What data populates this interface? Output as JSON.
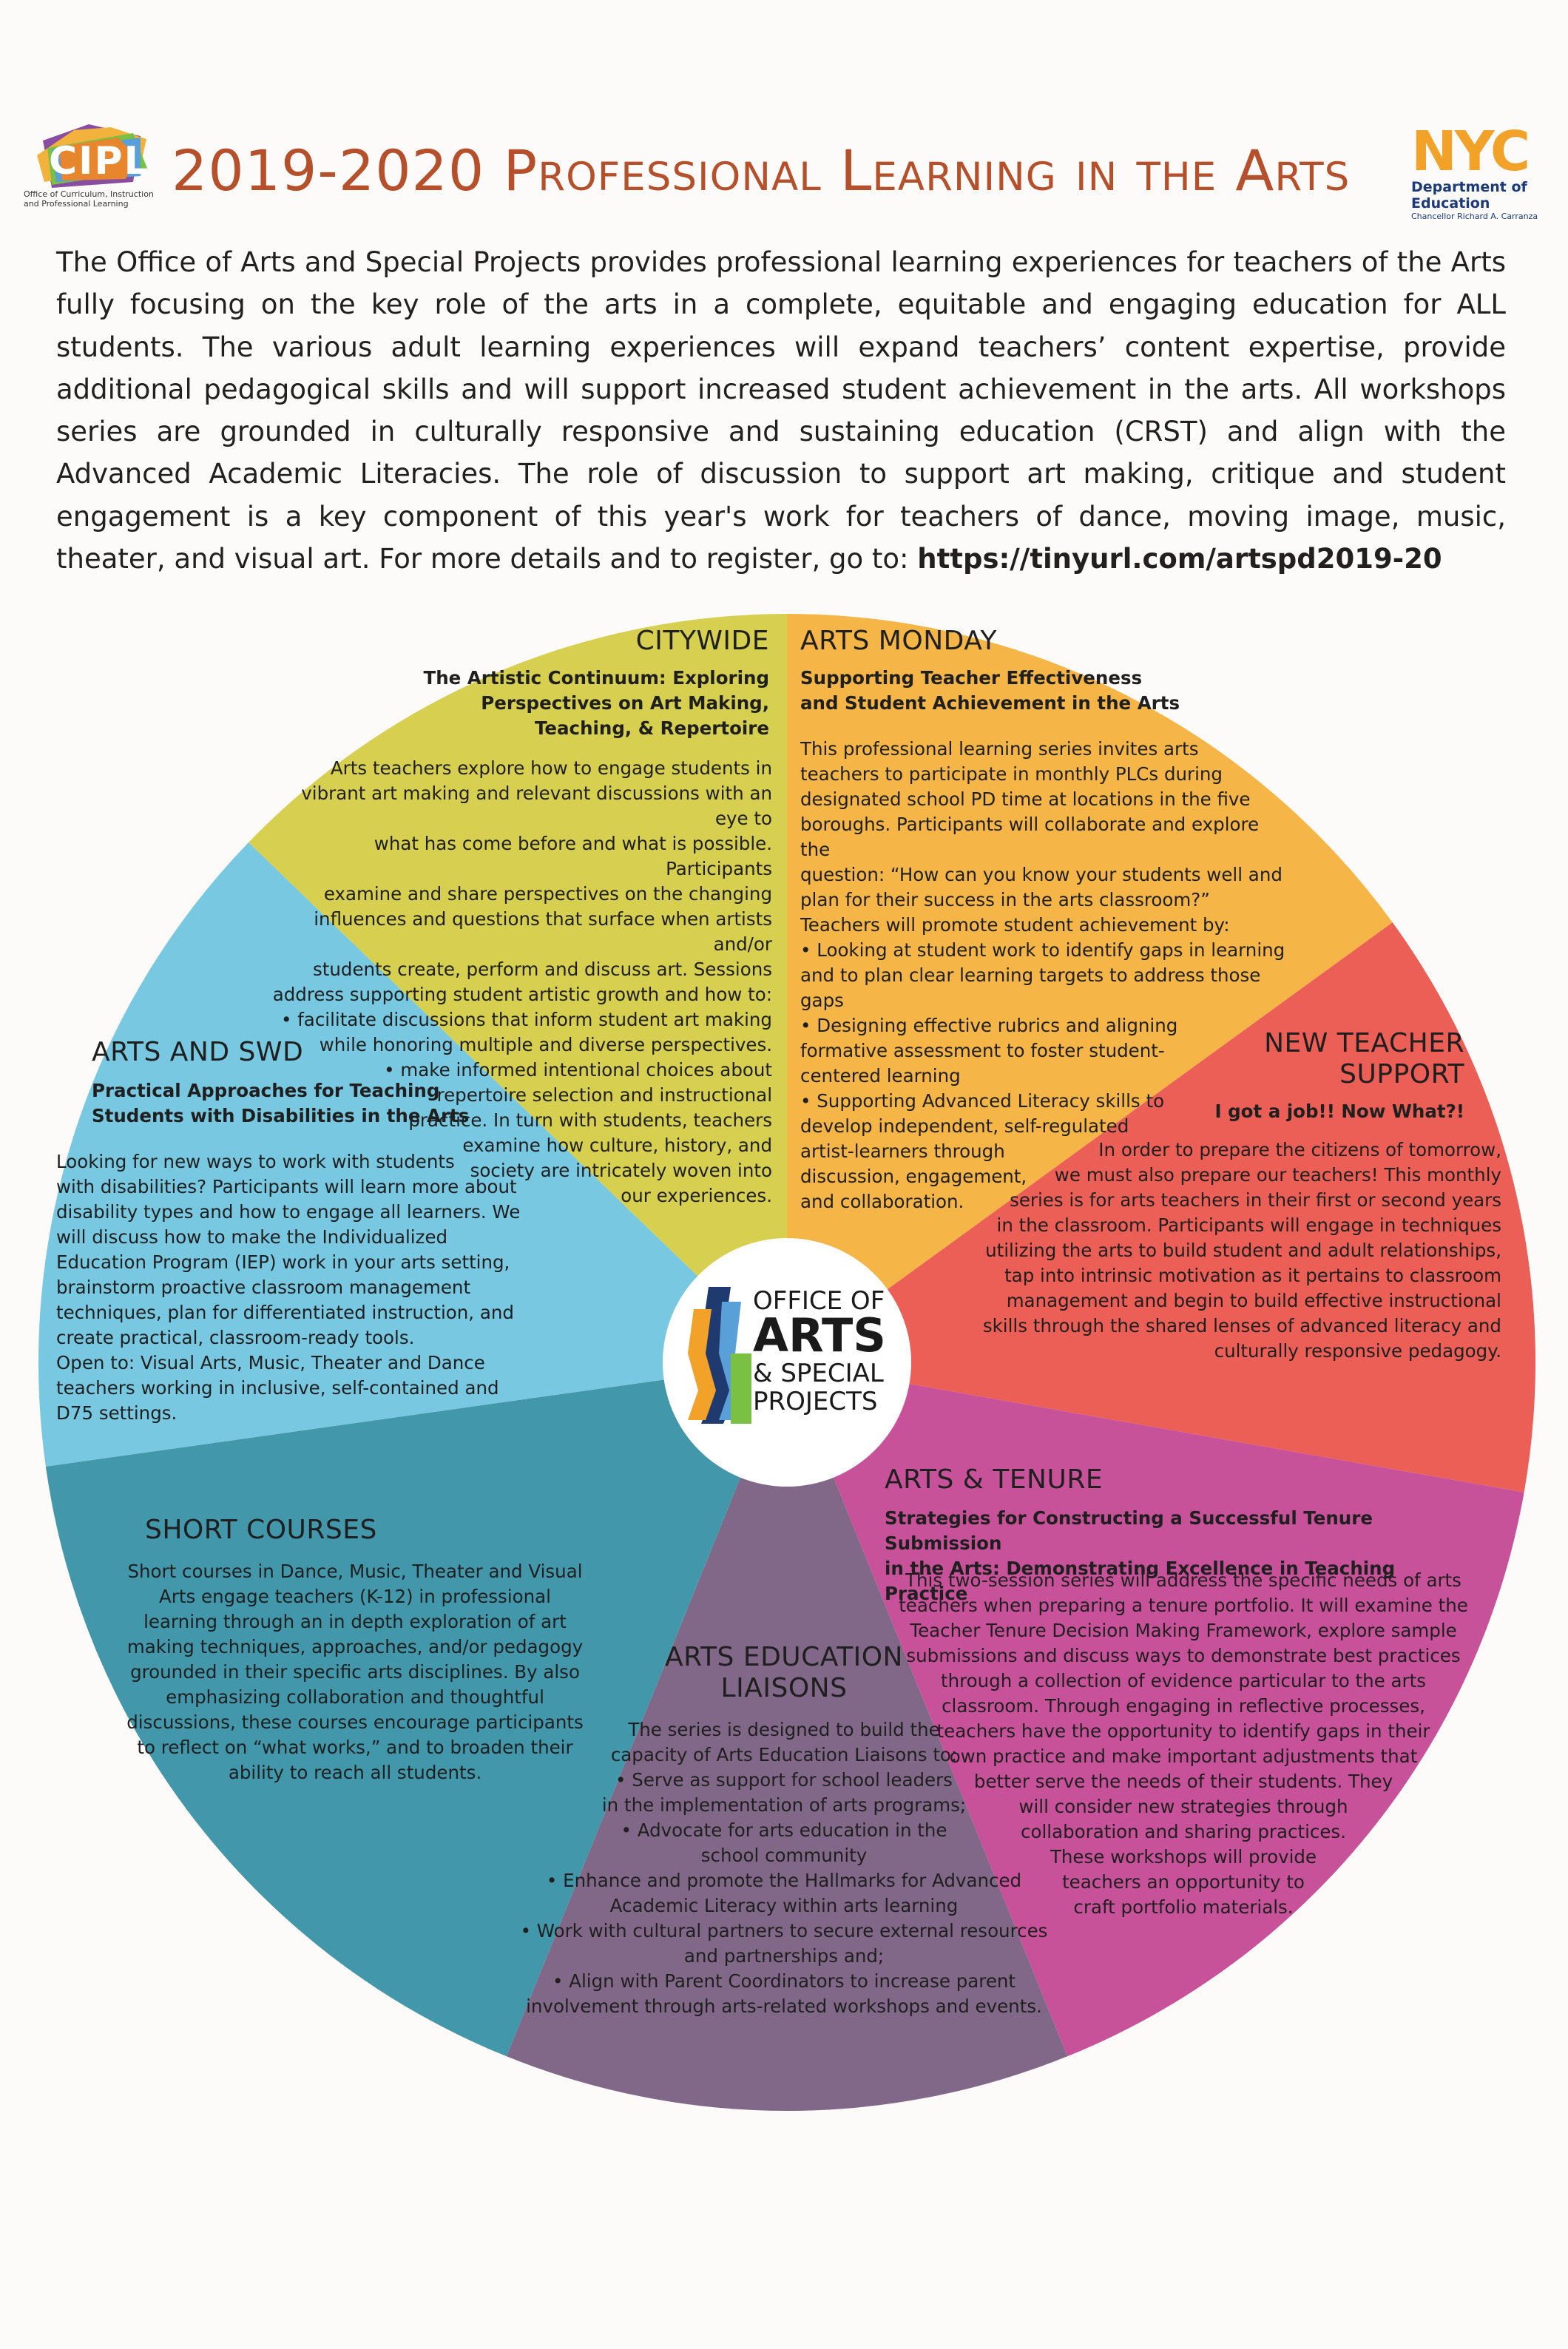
{
  "header": {
    "title": "2019-2020 Professional Learning in the Arts",
    "cipl_logo": {
      "abbr": "CIPL",
      "caption": "Office of Curriculum, Instruction and Professional Learning"
    },
    "doe_logo": {
      "brand": "NYC",
      "line1": "Department of",
      "line2": "Education",
      "line3": "Chancellor Richard A. Carranza"
    }
  },
  "intro": {
    "text": "The Office of Arts and Special Projects provides professional learning experiences for teachers of the Arts fully focusing on the key role of the arts in a complete, equitable and engaging education for ALL students. The various adult learning experiences will expand teachers’ content expertise, provide additional pedagogical skills and will support increased student achievement in the arts. All workshops series are grounded in culturally responsive and sustaining education (CRST) and align with the Advanced Academic Literacies. The role of discussion to support art making, critique and student engagement is a key component of this year's work for teachers of dance, moving image, music, theater, and visual art. For more details and to register, go to:",
    "url": "https://tinyurl.com/artspd2019-20"
  },
  "center_logo": {
    "line1": "OFFICE OF",
    "line2": "ARTS",
    "line3": "& SPECIAL",
    "line4": "PROJECTS"
  },
  "colors": {
    "citywide": "#d6cf50",
    "arts_monday": "#f5b547",
    "new_teacher": "#eb5f57",
    "tenure": "#c8529a",
    "liaisons": "#826888",
    "short_courses": "#4297aa",
    "swd": "#79c8e1",
    "title": "#b5502a"
  },
  "segments": {
    "citywide": {
      "title": "CITYWIDE",
      "subtitle_lines": [
        "The Artistic Continuum: Exploring",
        "Perspectives on Art Making,",
        "Teaching, & Repertoire"
      ],
      "body_lines": [
        "Arts teachers explore how to engage students in",
        "vibrant art making and relevant discussions with an eye to",
        "what has come before and what is possible. Participants",
        "examine and share perspectives on the changing",
        "influences and questions that surface when artists and/or",
        "students create, perform and discuss art.  Sessions",
        "address supporting student artistic growth and how to:",
        "• facilitate discussions that inform student art making",
        "while honoring multiple and diverse perspectives.",
        "• make informed intentional choices about",
        "repertoire selection and instructional",
        "practice. In turn with students, teachers",
        "examine how culture, history, and",
        "society are intricately woven into",
        "our experiences."
      ]
    },
    "arts_monday": {
      "title": "ARTS MONDAY",
      "subtitle_lines": [
        "Supporting Teacher Effectiveness",
        "and Student Achievement in the Arts"
      ],
      "body_lines": [
        "This professional learning series invites arts",
        "teachers to participate in monthly PLCs during",
        "designated school PD time at locations in the five",
        "boroughs. Participants will collaborate and explore the",
        "question: “How can you know your students well and",
        "plan for their success in the arts classroom?”",
        "Teachers will promote student achievement by:",
        "• Looking at student work to identify gaps in learning",
        "and to plan clear learning targets to address those gaps",
        "• Designing effective rubrics and aligning",
        "formative assessment to foster student-",
        "centered learning",
        "• Supporting Advanced Literacy skills to",
        "develop independent, self-regulated",
        "artist-learners through",
        "discussion, engagement,",
        "and collaboration."
      ]
    },
    "new_teacher": {
      "title_lines": [
        "NEW TEACHER",
        "SUPPORT"
      ],
      "subtitle": "I got a job!! Now What?!",
      "body_lines": [
        "In order to prepare the citizens of tomorrow,",
        "we must also prepare our teachers! This monthly",
        "series is for arts teachers in their first or second years",
        "in the classroom. Participants will engage in techniques",
        "utilizing the arts to build student and adult relationships,",
        "tap into intrinsic motivation as it pertains to classroom",
        "management and begin to build effective  instructional",
        "skills through the shared lenses of advanced literacy and",
        "culturally responsive pedagogy."
      ]
    },
    "tenure": {
      "title": "ARTS & TENURE",
      "subtitle_lines": [
        "Strategies for Constructing a Successful Tenure Submission",
        "in the Arts: Demonstrating Excellence in Teaching Practice"
      ],
      "body_lines": [
        "This two-session series will address the specific needs of arts",
        "teachers when preparing a tenure portfolio. It will examine the",
        "Teacher Tenure Decision Making Framework, explore sample",
        "submissions and discuss ways to demonstrate best practices",
        "through a collection of evidence particular to the arts",
        "classroom. Through engaging in reflective processes,",
        "teachers have the opportunity to identify gaps in their",
        "own practice and make important adjustments that",
        "better serve the needs of their students. They",
        "will consider new strategies through",
        "collaboration and sharing practices.",
        "These workshops will provide",
        "teachers an opportunity to",
        "craft portfolio materials."
      ]
    },
    "liaisons": {
      "title_lines": [
        "ARTS EDUCATION",
        "LIAISONS"
      ],
      "body_lines": [
        "The series is designed to build the",
        "capacity of Arts Education Liaisons to:",
        "• Serve as support for school leaders",
        "in the implementation of arts programs;",
        "• Advocate for arts education in the",
        "school community",
        "• Enhance and promote the Hallmarks for Advanced",
        "Academic Literacy within arts learning",
        "• Work with cultural partners to secure external resources",
        "and partnerships and;",
        "• Align with Parent Coordinators to increase parent",
        "involvement through arts-related workshops and events."
      ]
    },
    "short_courses": {
      "title": "SHORT COURSES",
      "body_lines": [
        "Short courses in Dance, Music, Theater and Visual",
        "Arts engage teachers (K-12) in professional",
        "learning through an in depth exploration of art",
        "making techniques, approaches, and/or pedagogy",
        "grounded in their specific arts disciplines. By also",
        "emphasizing  collaboration  and  thoughtful",
        "discussions, these courses encourage participants",
        "to reflect on “what works,” and to broaden their",
        "ability to reach all students."
      ]
    },
    "swd": {
      "title": "ARTS AND SWD",
      "subtitle_lines": [
        "Practical Approaches for Teaching",
        "Students with Disabilities in the Arts"
      ],
      "body_lines": [
        "Looking for new ways to work with students",
        "with disabilities? Participants will learn more about",
        "disability types and how to engage all learners. We",
        "will discuss how to make the Individualized",
        "Education Program (IEP) work in your arts setting,",
        "brainstorm proactive classroom management",
        "techniques, plan for differentiated instruction, and",
        "create practical, classroom-ready tools.",
        "Open to: Visual Arts, Music, Theater and Dance",
        "teachers working in inclusive, self-contained and",
        "D75 settings."
      ]
    }
  }
}
